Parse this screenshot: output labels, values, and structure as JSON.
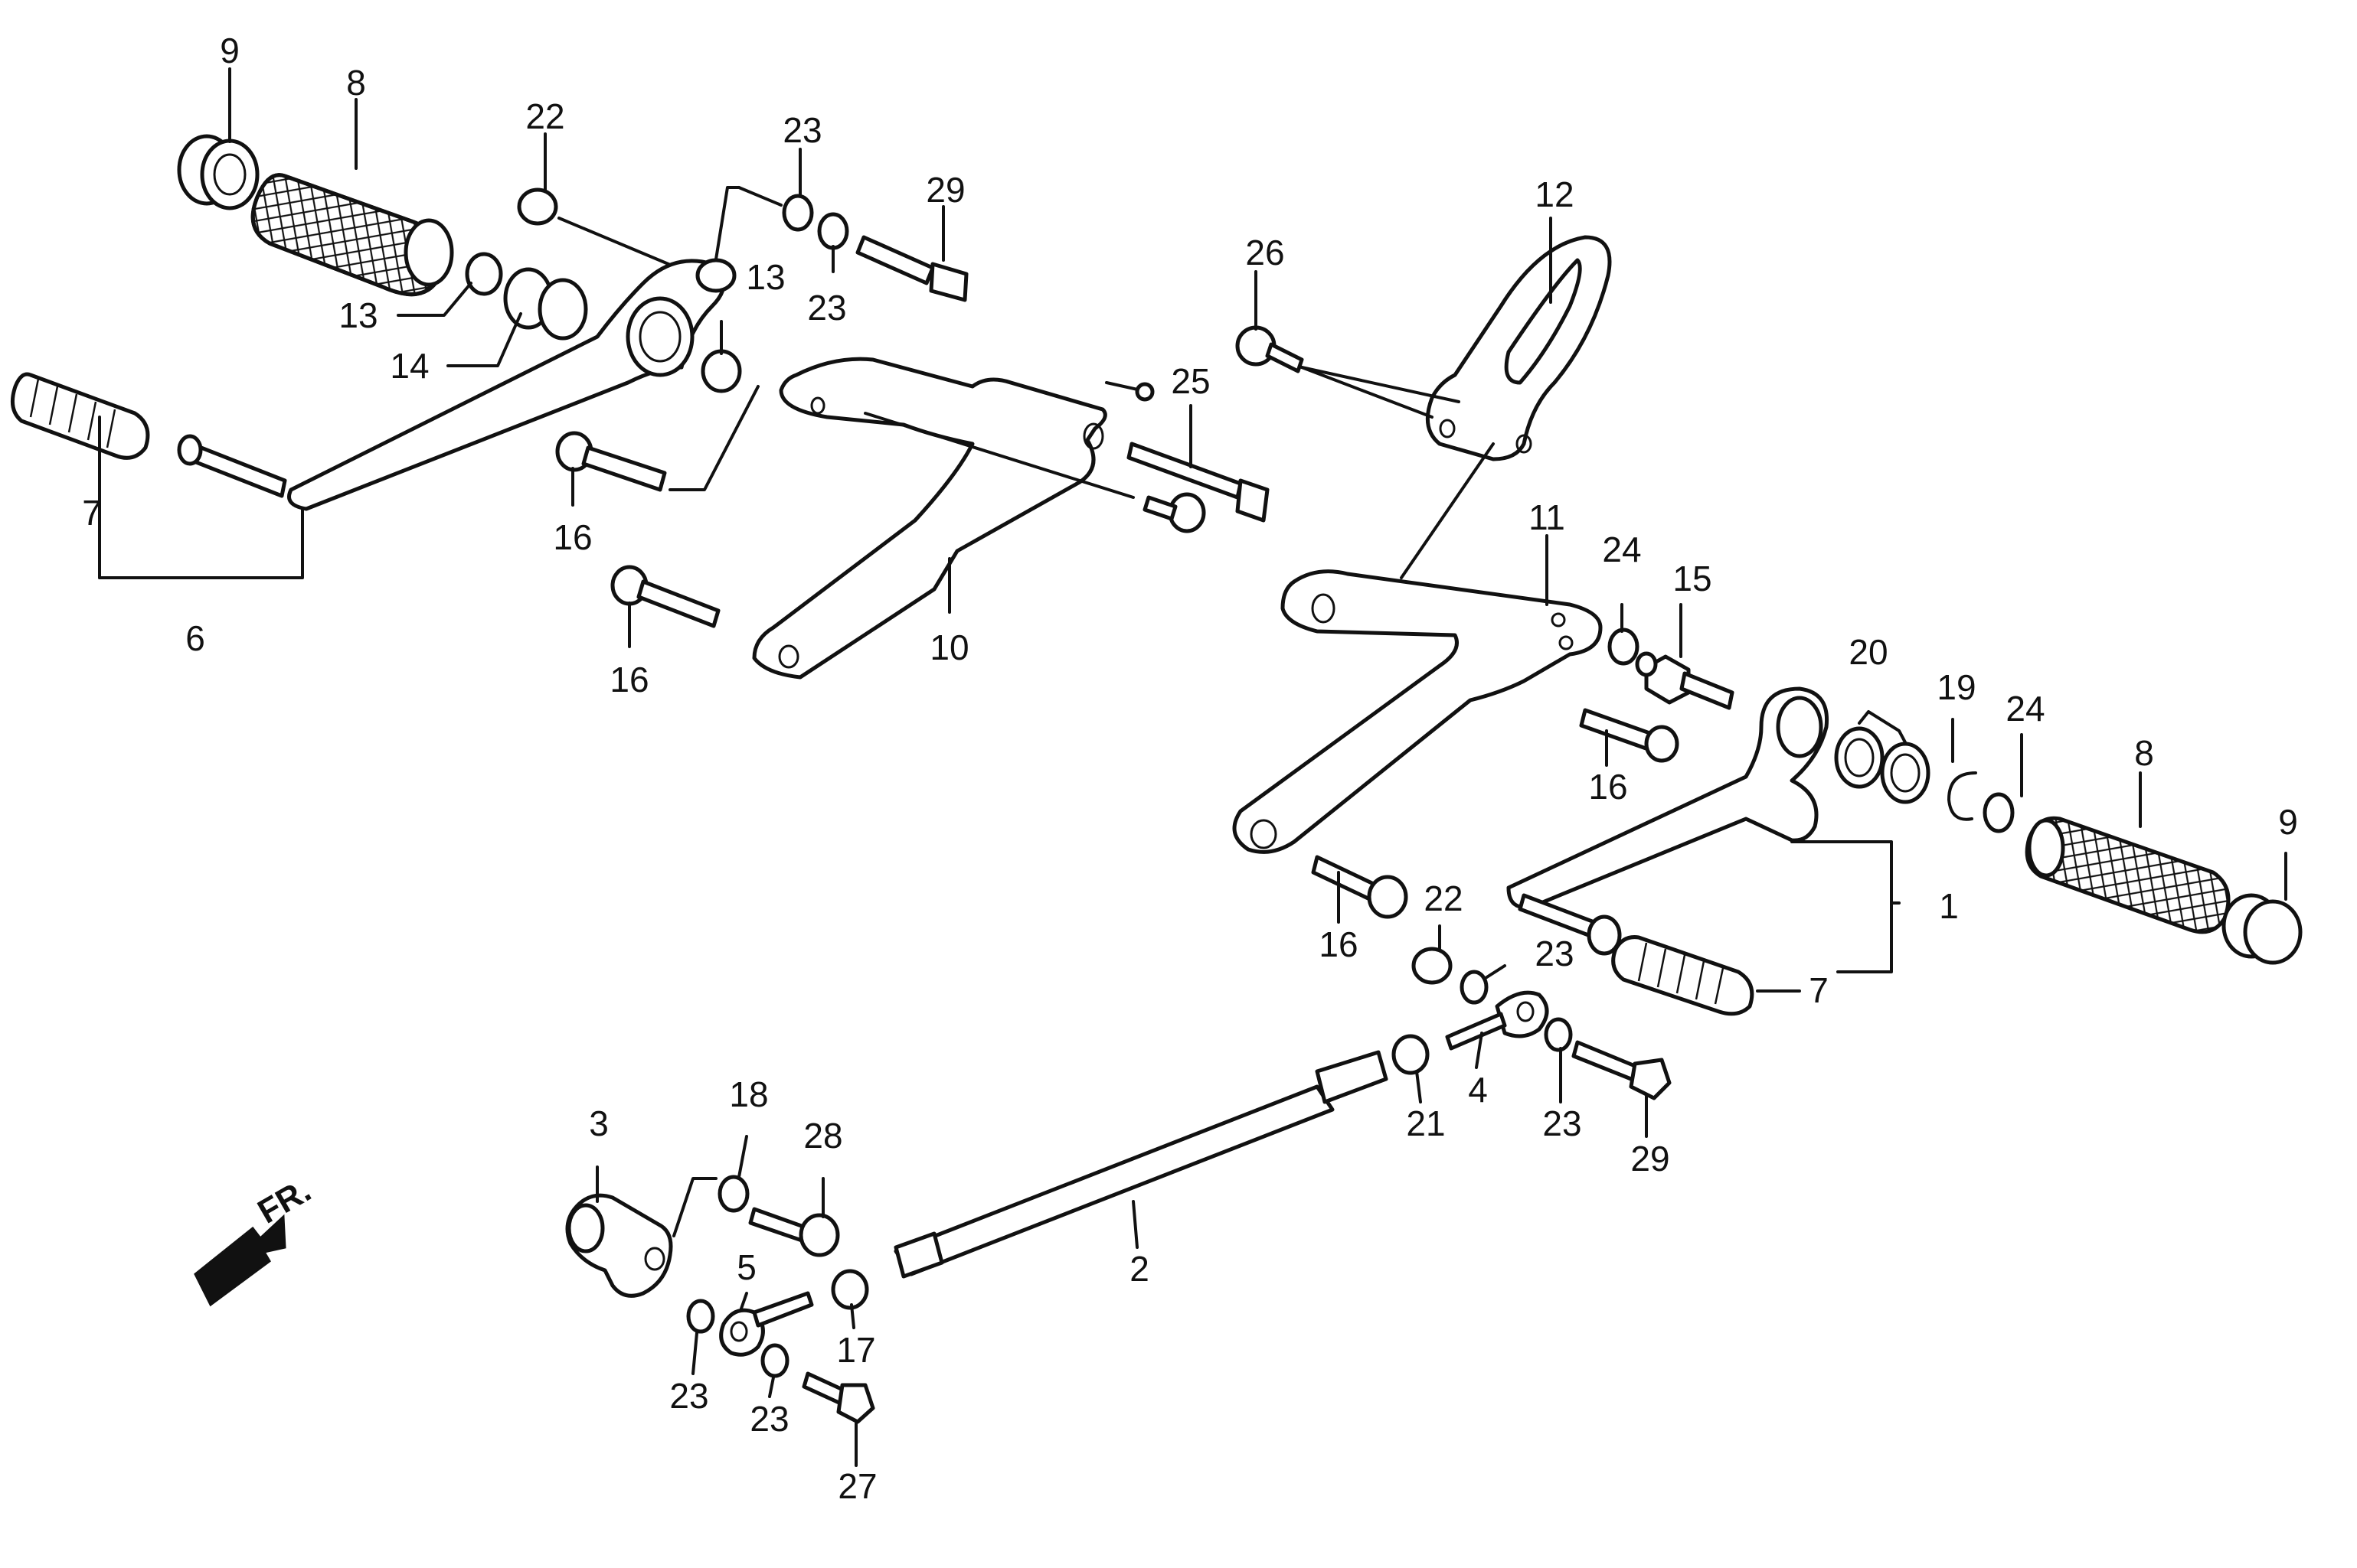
{
  "diagram": {
    "labels": {
      "n9a": "9",
      "n8a": "8",
      "n22a": "22",
      "n23a": "23",
      "n29a": "29",
      "n23b": "23",
      "n13a": "13",
      "n13b": "13",
      "n14": "14",
      "n7a": "7",
      "n6": "6",
      "n16a": "16",
      "n16b": "16",
      "n10": "10",
      "n12": "12",
      "n26": "26",
      "n25": "25",
      "n11": "11",
      "n24a": "24",
      "n15": "15",
      "n20": "20",
      "n19": "19",
      "n24b": "24",
      "n8b": "8",
      "n9b": "9",
      "n16c": "16",
      "n1": "1",
      "n16d": "16",
      "n22b": "22",
      "n23c": "23",
      "n7b": "7",
      "n4": "4",
      "n21": "21",
      "n23d": "23",
      "n29b": "29",
      "n2": "2",
      "n3": "3",
      "n18": "18",
      "n28": "28",
      "n5": "5",
      "n17": "17",
      "n23e": "23",
      "n23f": "23",
      "n27": "27"
    },
    "front_indicator": "FR."
  }
}
